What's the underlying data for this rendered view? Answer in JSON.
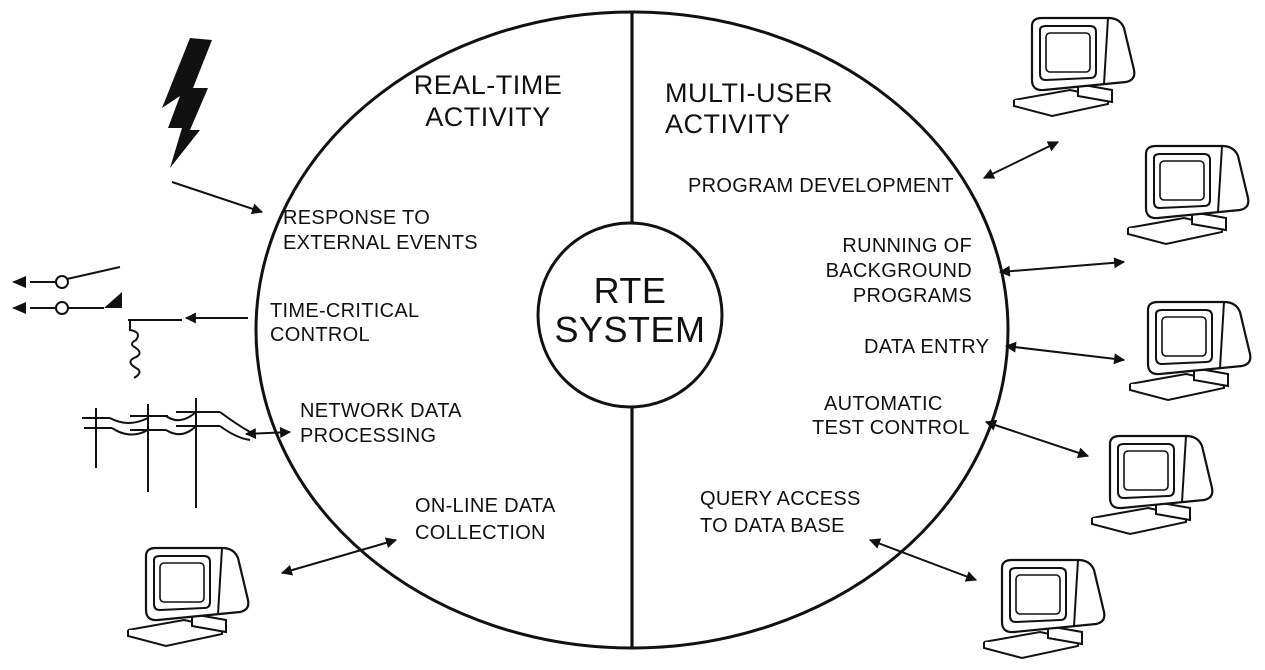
{
  "left_section": {
    "heading_line1": "REAL-TIME",
    "heading_line2": "ACTIVITY",
    "items": [
      {
        "line1": "RESPONSE TO",
        "line2": "EXTERNAL EVENTS"
      },
      {
        "line1": "TIME-CRITICAL",
        "line2": "CONTROL"
      },
      {
        "line1": "NETWORK DATA",
        "line2": "PROCESSING"
      },
      {
        "line1": "ON-LINE DATA",
        "line2": "COLLECTION"
      }
    ]
  },
  "right_section": {
    "heading_line1": "MULTI-USER",
    "heading_line2": "ACTIVITY",
    "items": [
      {
        "line1": "PROGRAM DEVELOPMENT"
      },
      {
        "line1": "RUNNING OF",
        "line2": "BACKGROUND",
        "line3": "PROGRAMS"
      },
      {
        "line1": "DATA ENTRY"
      },
      {
        "line1": "AUTOMATIC",
        "line2": "TEST CONTROL"
      },
      {
        "line1": "QUERY ACCESS",
        "line2": "TO DATA BASE"
      }
    ]
  },
  "core": {
    "line1": "RTE",
    "line2": "SYSTEM"
  },
  "icons": {
    "external_event": "lightning-bolt-icon",
    "control": "switch-relay-icon",
    "network": "utility-pole-icon",
    "terminal": "computer-terminal-icon"
  }
}
